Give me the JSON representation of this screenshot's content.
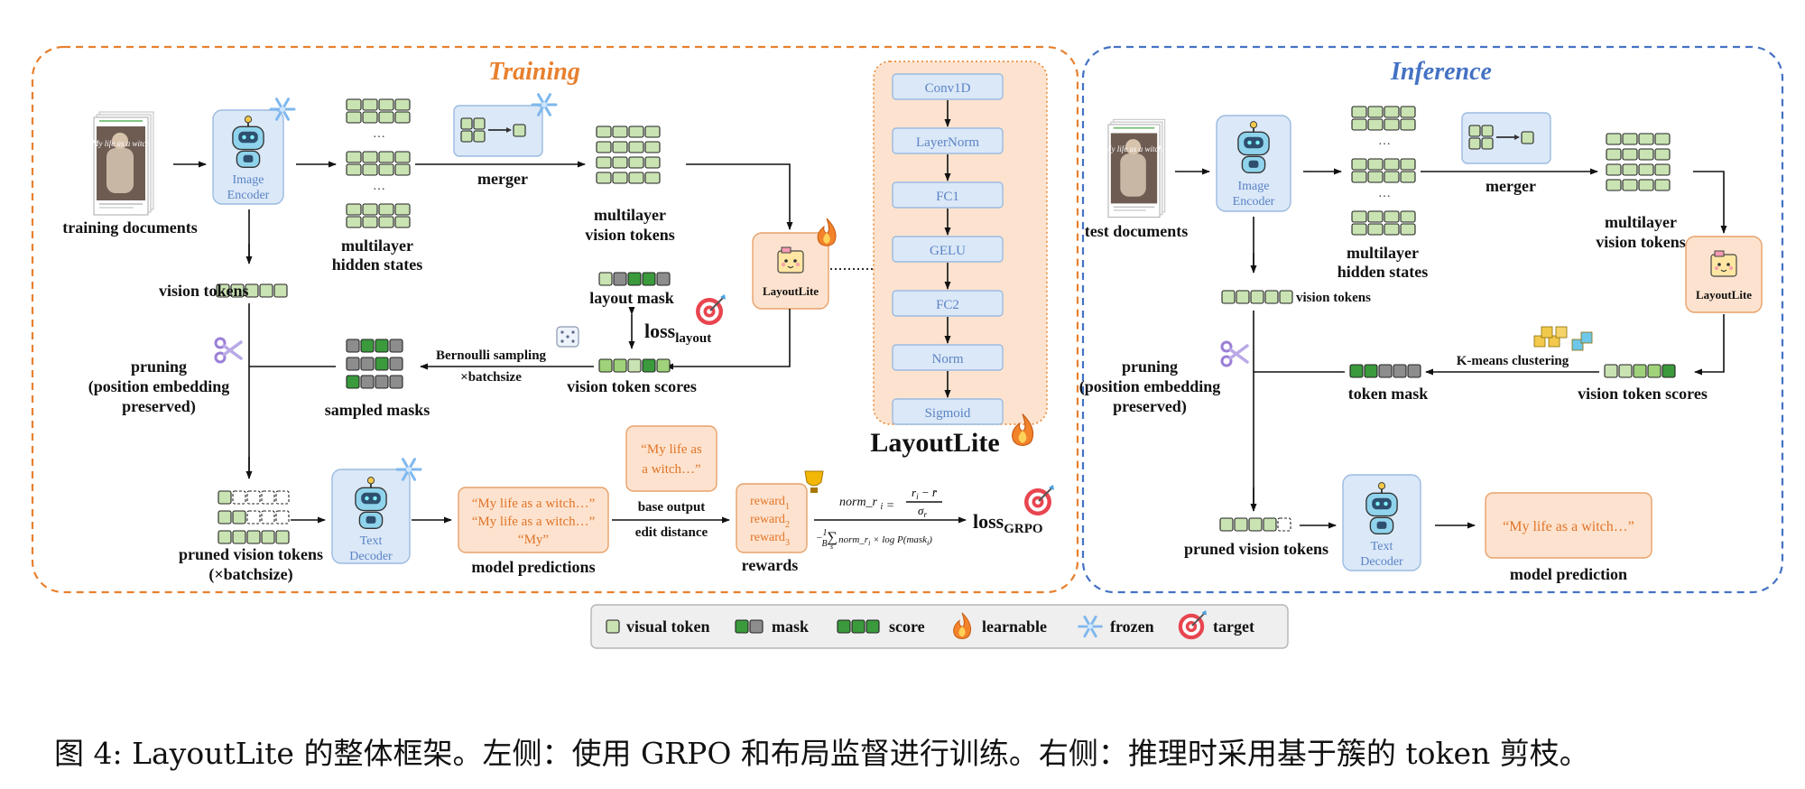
{
  "colors": {
    "training_border": "#e8802e",
    "inference_border": "#4472c4",
    "token_fill": "#c9e3b3",
    "token_stroke": "#222222",
    "mask_green": "#3a9a3c",
    "mask_grey": "#8d8d8d",
    "module_fill": "#dbe8f8",
    "module_stroke": "#9bbbe0",
    "orange_fill": "#fde3cf",
    "orange_stroke": "#e8a16a",
    "quote_text": "#e07428"
  },
  "training": {
    "title": "Training",
    "training_documents": "training documents",
    "image_encoder": [
      "Image",
      "Encoder"
    ],
    "multilayer_hidden_states": [
      "multilayer",
      "hidden states"
    ],
    "merger": "merger",
    "multilayer_vision_tokens": [
      "multilayer",
      "vision tokens"
    ],
    "vision_tokens": "vision tokens",
    "layoutlite_badge": "LayoutLite",
    "layout_mask": "layout mask",
    "loss_layout": {
      "main": "loss",
      "sub": "layout"
    },
    "pruning": [
      "pruning",
      "(position embedding",
      "preserved)"
    ],
    "bernoulli": [
      "Bernoulli sampling",
      "×batchsize"
    ],
    "sampled_masks": "sampled masks",
    "vision_token_scores": "vision token scores",
    "pruned_vision_tokens": [
      "pruned vision tokens",
      "(×batchsize)"
    ],
    "text_decoder": [
      "Text",
      "Decoder"
    ],
    "predictions": [
      "“My life as a witch…”",
      "“My life as a witch…”",
      "“My”"
    ],
    "model_predictions": "model predictions",
    "base_output_quote": [
      "“My life as",
      "a witch…”"
    ],
    "base_output": "base output",
    "edit_distance": "edit distance",
    "rewards_items": [
      {
        "main": "reward",
        "sub": "1"
      },
      {
        "main": "reward",
        "sub": "2"
      },
      {
        "main": "reward",
        "sub": "3"
      }
    ],
    "rewards_label": "rewards",
    "norm_formula": {
      "lhs": "norm_r",
      "lhs_sub": "i",
      "eq": "=",
      "num": "r",
      "num_sub": "i",
      "num_rest": " − r̄",
      "den": "σ",
      "den_sub": "r"
    },
    "grpo_formula": {
      "prefix": "−",
      "frac_num": "1",
      "frac_den": "B",
      "sum": "∑",
      "sum_sub": "s",
      "body": "norm_r",
      "body_sub": "i",
      "times": " × log P(mask",
      "mask_sub": "i",
      "close": ")"
    },
    "loss_grpo": {
      "main": "loss",
      "sub": "GRPO"
    }
  },
  "layoutlite_stack": {
    "layers": [
      "Conv1D",
      "LayerNorm",
      "FC1",
      "GELU",
      "FC2",
      "Norm",
      "Sigmoid"
    ],
    "title": "LayoutLite"
  },
  "inference": {
    "title": "Inference",
    "test_documents": "test documents",
    "image_encoder": [
      "Image",
      "Encoder"
    ],
    "multilayer_hidden_states": [
      "multilayer",
      "hidden states"
    ],
    "merger": "merger",
    "multilayer_vision_tokens": [
      "multilayer",
      "vision tokens"
    ],
    "vision_tokens": "vision tokens",
    "layoutlite_badge": "LayoutLite",
    "pruning": [
      "pruning",
      "(position embedding",
      "preserved)"
    ],
    "kmeans": "K-means clustering",
    "token_mask": "token mask",
    "vision_token_scores": "vision token scores",
    "pruned_vision_tokens": "pruned vision tokens",
    "text_decoder": [
      "Text",
      "Decoder"
    ],
    "prediction_quote": "“My life as a witch…”",
    "model_prediction": "model prediction"
  },
  "legend": {
    "visual_token": "visual token",
    "mask": "mask",
    "score": "score",
    "learnable": "learnable",
    "frozen": "frozen",
    "target": "target"
  },
  "document_thumbnail_text": "My life as a witch",
  "ellipsis": "…",
  "caption": "图 4: LayoutLite 的整体框架。左侧：使用 GRPO 和布局监督进行训练。右侧：推理时采用基于簇的 token 剪枝。"
}
